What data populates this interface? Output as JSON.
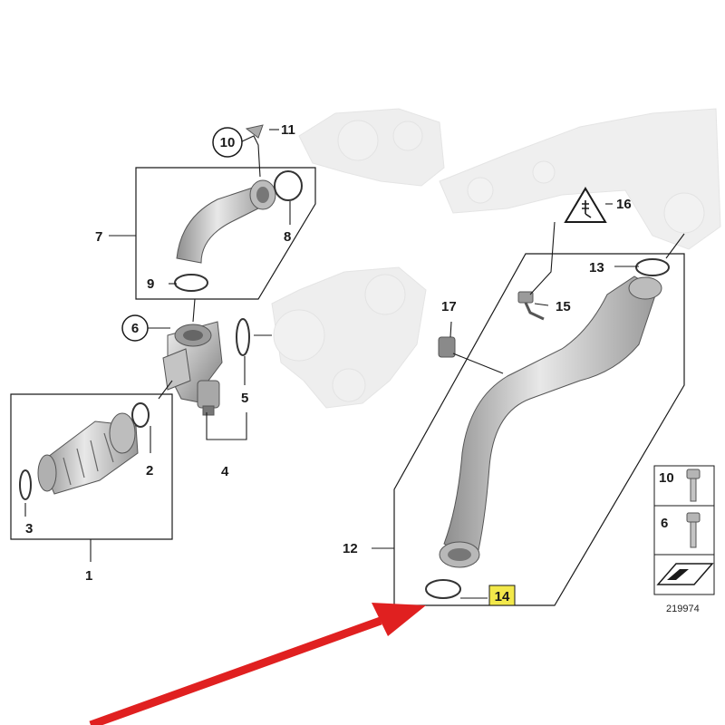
{
  "parts": {
    "p1": "1",
    "p2": "2",
    "p3": "3",
    "p4": "4",
    "p5": "5",
    "p6": "6",
    "p7": "7",
    "p8": "8",
    "p9": "9",
    "p10": "10",
    "p11": "11",
    "p12": "12",
    "p13": "13",
    "p14": "14",
    "p15": "15",
    "p16": "16",
    "p17": "17"
  },
  "legend": {
    "item_a": "10",
    "item_b": "6"
  },
  "reference_number": "219974",
  "colors": {
    "highlight": "#f2e84a",
    "arrow": "#e02020",
    "line": "#1a1a1a"
  }
}
